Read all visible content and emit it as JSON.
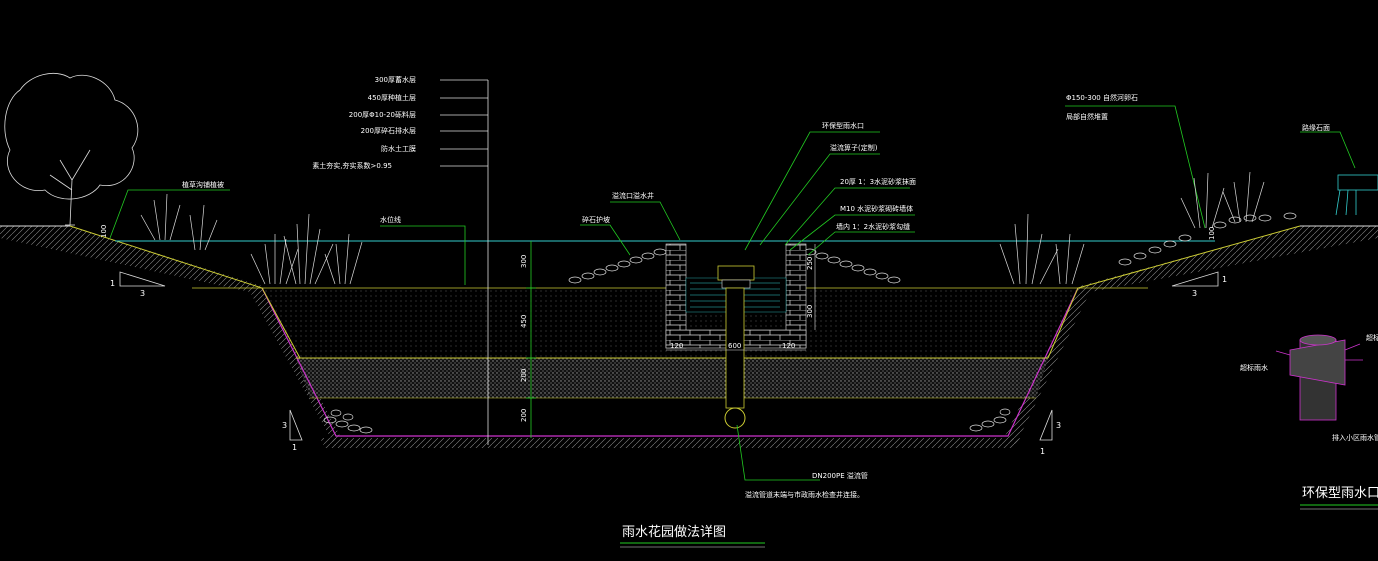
{
  "title": "雨水花园做法详图",
  "side_title": "环保型雨水口做法详",
  "layers": [
    "300厚蓄水层",
    "450厚种植土层",
    "200厚Φ10-20砾料层",
    "200厚碎石排水层",
    "防水土工膜",
    "素土夯实,夯实系数>0.95"
  ],
  "labels": {
    "left_plant": "植草沟铺植被",
    "water_line": "水位线",
    "overflow_well": "溢流口溢水井",
    "rock_bank": "碎石护坡",
    "inlet": "环保型雨水口",
    "grate": "溢流箅子(定制)",
    "mortar": "20厚 1：3水泥砂浆抹面",
    "brick": "M10 水泥砂浆砌砖墙体",
    "inner": "墙内 1：2水泥砂浆勾缝",
    "stone": "Φ150-300 自然河卵石",
    "stone2": "局部自然堆置",
    "road": "路缘石面",
    "pipe": "DN200PE 溢流管",
    "pipe_note": "溢流管道末端与市政雨水检查井连接。",
    "rain_label": "超标雨水",
    "rain_label2": "超标",
    "community": "排入小区雨水管"
  },
  "dims": {
    "d300": "300",
    "d450": "450",
    "d200a": "200",
    "d200b": "200",
    "d250": "250",
    "d300r": "300",
    "d120a": "120",
    "d600": "600",
    "d120b": "120",
    "d100l": "100",
    "d100r": "100"
  },
  "slopes": {
    "s1a": "1",
    "s1b": "3",
    "s2a": "3",
    "s2b": "1",
    "s3a": "3",
    "s3b": "1",
    "s4a": "1",
    "s4b": "3"
  },
  "colors": {
    "green": "#22cc22",
    "cyan": "#33cccc",
    "yellow": "#cccc33",
    "magenta": "#cc33cc",
    "white": "#ffffff"
  }
}
